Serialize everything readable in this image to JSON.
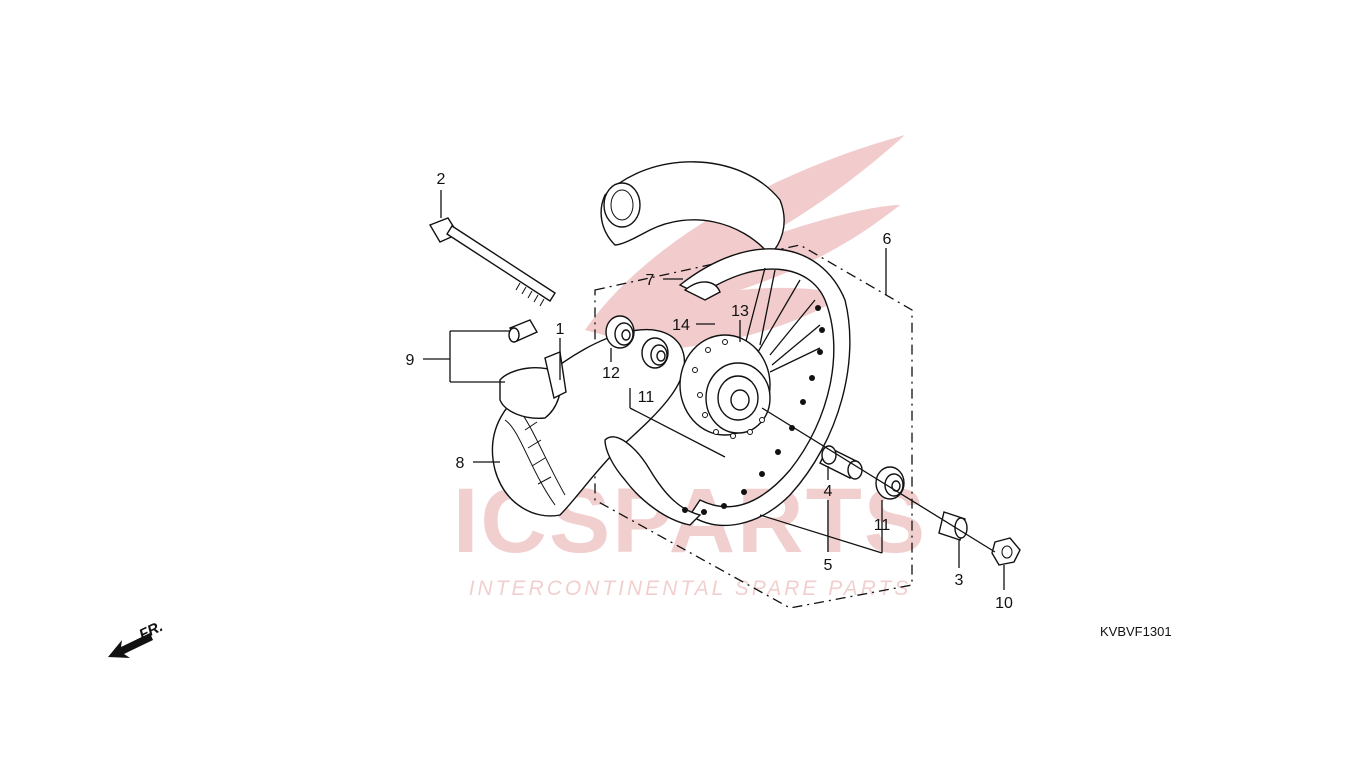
{
  "diagram_code": "KVBVF1301",
  "direction_label": "FR.",
  "watermark": {
    "brand": "ICSPARTS",
    "tagline": "INTERCONTINENTAL SPARE PARTS",
    "color": "#e4b9b9"
  },
  "callouts": [
    "1",
    "2",
    "3",
    "4",
    "5",
    "6",
    "7",
    "8",
    "9",
    "10",
    "11",
    "11",
    "12",
    "13",
    "14"
  ],
  "icons": [
    "front-direction-arrow-icon"
  ]
}
